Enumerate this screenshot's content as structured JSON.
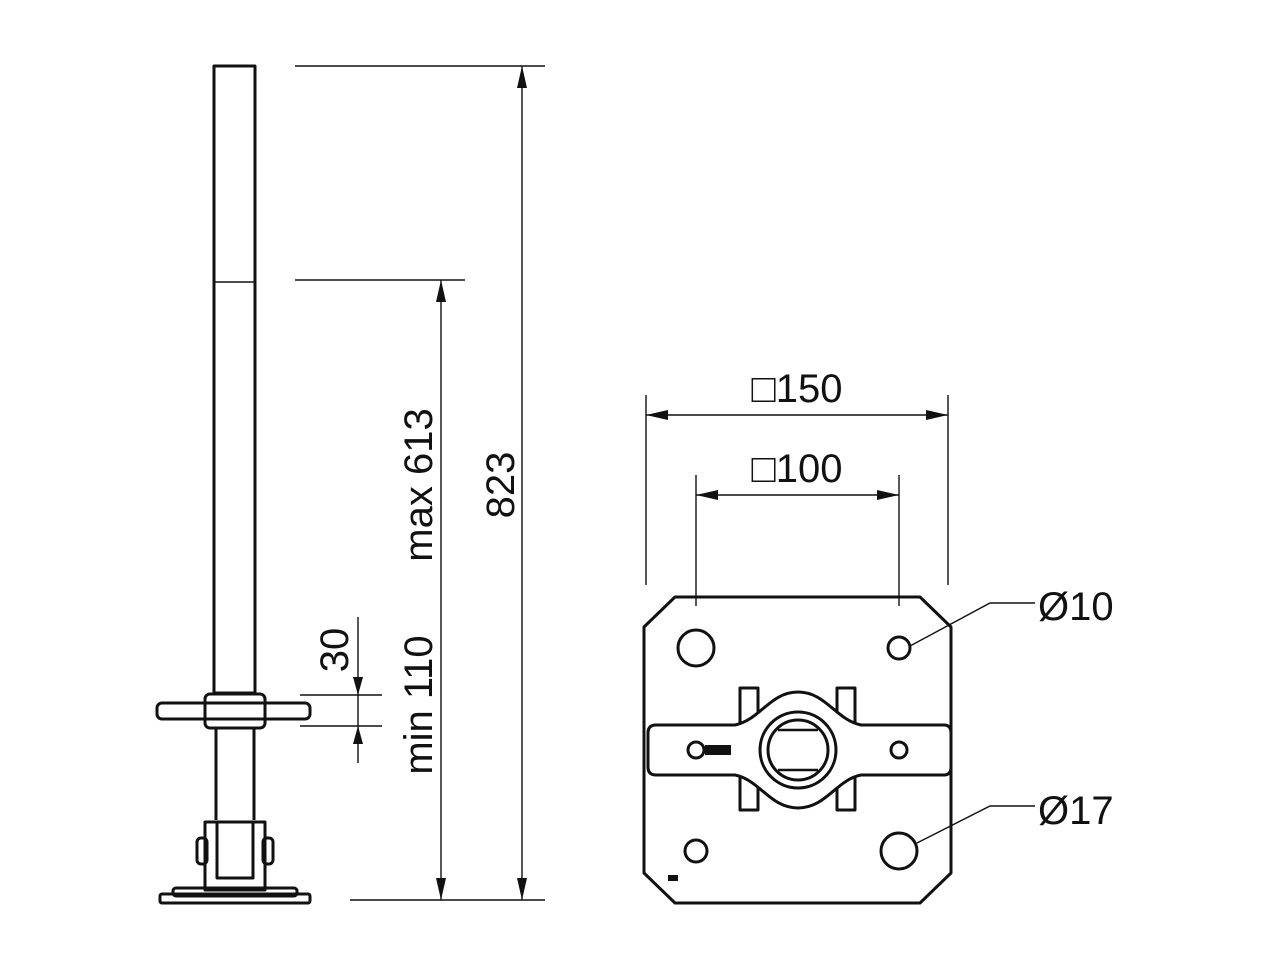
{
  "side_view": {
    "dim_total": "823",
    "dim_max": "max 613",
    "dim_min": "min 110",
    "dim_collar": "30"
  },
  "top_view": {
    "dim_outer": "□150",
    "dim_inner": "□100",
    "hole_small": "Ø10",
    "hole_large": "Ø17"
  }
}
